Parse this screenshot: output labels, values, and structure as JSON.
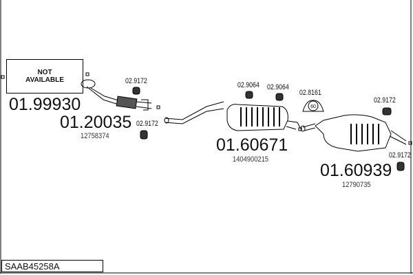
{
  "diagram_code": "SAAB45258A",
  "not_available": {
    "line1": "NOT",
    "line2": "AVAILABLE"
  },
  "parts": [
    {
      "number": "01.99930",
      "ref": ""
    },
    {
      "number": "01.20035",
      "ref": "12758374"
    },
    {
      "number": "01.60671",
      "ref": "1404900215"
    },
    {
      "number": "01.60939",
      "ref": "12790735"
    }
  ],
  "hangers": [
    "02.9172",
    "02.9172",
    "02.9064",
    "02.9064",
    "02.8161",
    "02.9172",
    "02.9172"
  ],
  "clamp_size": "60"
}
